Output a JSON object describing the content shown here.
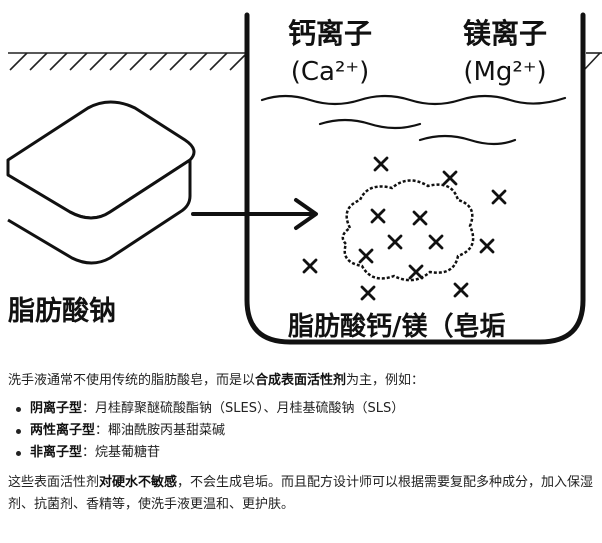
{
  "figure": {
    "calcium_ion_label": "钙离子",
    "calcium_ion_formula": "(Ca²⁺)",
    "magnesium_ion_label": "镁离子",
    "magnesium_ion_formula": "(Mg²⁺)",
    "soap_label": "脂肪酸钠",
    "precipitate_label": "脂肪酸钙/镁（皂垢"
  },
  "article": {
    "intro_prefix": "洗手液通常不使用传统的脂肪酸皂，而是以",
    "intro_bold": "合成表面活性剂",
    "intro_suffix": "为主，例如：",
    "surfactants": [
      {
        "type": "阴离子型",
        "examples": "：月桂醇聚醚硫酸酯钠（SLES）、月桂基硫酸钠（SLS）"
      },
      {
        "type": "两性离子型",
        "examples": "：椰油酰胺丙基甜菜碱"
      },
      {
        "type": "非离子型",
        "examples": "：烷基葡糖苷"
      }
    ],
    "conclusion_prefix": "这些表面活性剂",
    "conclusion_bold": "对硬水不敏感",
    "conclusion_suffix": "，不会生成皂垢。而且配方设计师可以根据需要复配多种成分，加入保湿剂、抗菌剂、香精等，使洗手液更温和、更护肤。"
  }
}
